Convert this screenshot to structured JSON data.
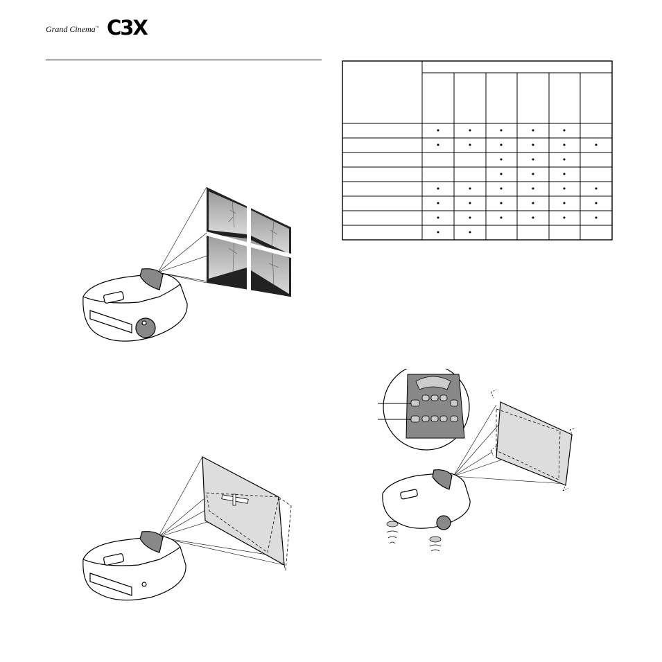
{
  "brand": {
    "script": "Grand Cinema",
    "trademark": "™",
    "model": "C3X",
    "logo_color": "#000000"
  },
  "table": {
    "rows": [
      [
        "•",
        "•",
        "•",
        "•",
        "•",
        ""
      ],
      [
        "•",
        "•",
        "•",
        "•",
        "•",
        "•"
      ],
      [
        "",
        "",
        "•",
        "•",
        "•",
        ""
      ],
      [
        "",
        "",
        "•",
        "•",
        "•",
        ""
      ],
      [
        "•",
        "•",
        "•",
        "•",
        "•",
        "•"
      ],
      [
        "•",
        "•",
        "•",
        "•",
        "•",
        "•"
      ],
      [
        "•",
        "•",
        "•",
        "•",
        "•",
        "•"
      ],
      [
        "•",
        "•",
        "",
        "",
        "",
        ""
      ]
    ]
  },
  "figures": {
    "fig1": {
      "subject": "projector projecting quad split image"
    },
    "fig2": {
      "subject": "projector lens shift outlines"
    },
    "fig3": {
      "subject": "remote control keystone adjustment with adjustable feet"
    }
  }
}
